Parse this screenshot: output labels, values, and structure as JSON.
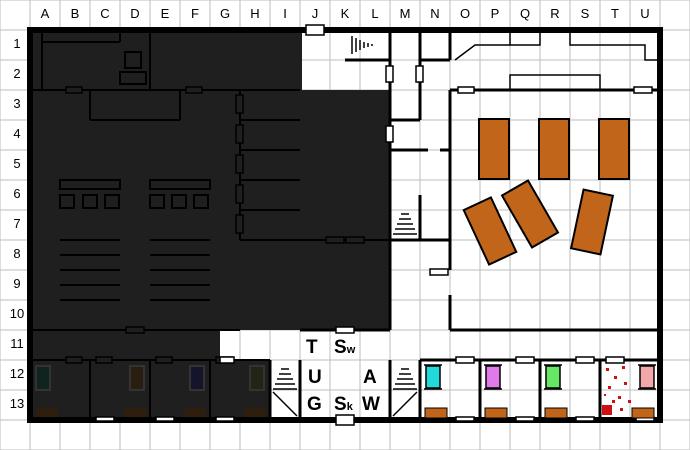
{
  "columns": [
    "A",
    "B",
    "C",
    "D",
    "E",
    "F",
    "G",
    "H",
    "I",
    "J",
    "K",
    "L",
    "M",
    "N",
    "O",
    "P",
    "Q",
    "R",
    "S",
    "T",
    "U"
  ],
  "rows": [
    "1",
    "2",
    "3",
    "4",
    "5",
    "6",
    "7",
    "8",
    "9",
    "10",
    "11",
    "12",
    "13"
  ],
  "labels": {
    "T": "T",
    "S_w": "S",
    "S_w_sub": "w",
    "U": "U",
    "G": "G",
    "S_k": "S",
    "S_k_sub": "k",
    "A": "A",
    "W": "W"
  },
  "colors": {
    "dark_area": "#1f1f1f",
    "wall": "#000000",
    "grid": "#bdbdbd",
    "desk": "#c0651a",
    "tube_cyan": "#22d8d8",
    "tube_magenta": "#e07ae8",
    "tube_green": "#66e866",
    "tube_pink": "#f2a8a8",
    "blood": "#d01010"
  },
  "icons": [
    "staircase-icon",
    "vent-icon",
    "door-icon",
    "desk-icon",
    "specimen-tube-icon",
    "blood-splatter-icon",
    "locker-icon"
  ]
}
